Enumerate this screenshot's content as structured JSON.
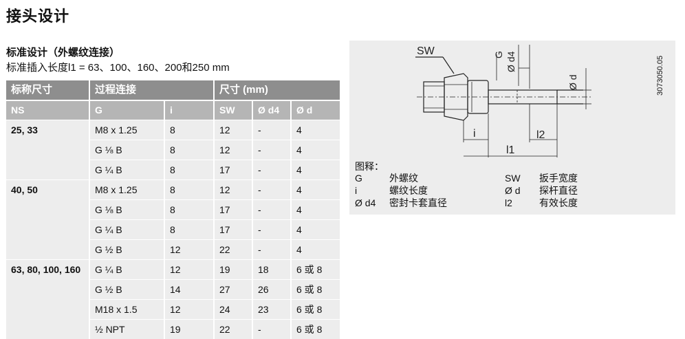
{
  "page": {
    "title": "接头设计",
    "subtitle": "标准设计（外螺纹连接）",
    "subtitle2": "标准插入长度l1 = 63、100、160、200和250 mm"
  },
  "table": {
    "header1": [
      "标称尺寸",
      "过程连接",
      "尺寸 (mm)"
    ],
    "header2": [
      "NS",
      "G",
      "i",
      "SW",
      "Ø d4",
      "Ø d"
    ],
    "groups": [
      {
        "ns": "25, 33",
        "rows": [
          [
            "M8 x 1.25",
            "8",
            "12",
            "-",
            "4"
          ],
          [
            "G ⅛ B",
            "8",
            "12",
            "-",
            "4"
          ],
          [
            "G ¼ B",
            "8",
            "17",
            "-",
            "4"
          ]
        ]
      },
      {
        "ns": "40, 50",
        "rows": [
          [
            "M8 x 1.25",
            "8",
            "12",
            "-",
            "4"
          ],
          [
            "G ⅛ B",
            "8",
            "17",
            "-",
            "4"
          ],
          [
            "G ¼ B",
            "8",
            "17",
            "-",
            "4"
          ],
          [
            "G ½ B",
            "12",
            "22",
            "-",
            "4"
          ]
        ]
      },
      {
        "ns": "63, 80, 100, 160",
        "rows": [
          [
            "G ¼ B",
            "12",
            "19",
            "18",
            "6 或 8"
          ],
          [
            "G ½ B",
            "14",
            "27",
            "26",
            "6 或 8"
          ],
          [
            "M18 x 1.5",
            "12",
            "24",
            "23",
            "6 或 8"
          ],
          [
            "½ NPT",
            "19",
            "22",
            "-",
            "6 或 8"
          ]
        ]
      }
    ]
  },
  "diagram": {
    "code": "3073050.05",
    "labels": {
      "sw": "SW",
      "g": "G",
      "d4": "Ø d4",
      "d": "Ø d",
      "i": "i",
      "l2": "l2",
      "l1": "l1"
    },
    "legend_title": "图释：",
    "legend_left": [
      {
        "sym": "G",
        "desc": "外螺纹"
      },
      {
        "sym": "i",
        "desc": "螺纹长度"
      },
      {
        "sym": "Ø d4",
        "desc": "密封卡套直径"
      }
    ],
    "legend_right": [
      {
        "sym": "SW",
        "desc": "扳手宽度"
      },
      {
        "sym": "Ø d",
        "desc": "探杆直径"
      },
      {
        "sym": "l2",
        "desc": "有效长度"
      }
    ]
  }
}
